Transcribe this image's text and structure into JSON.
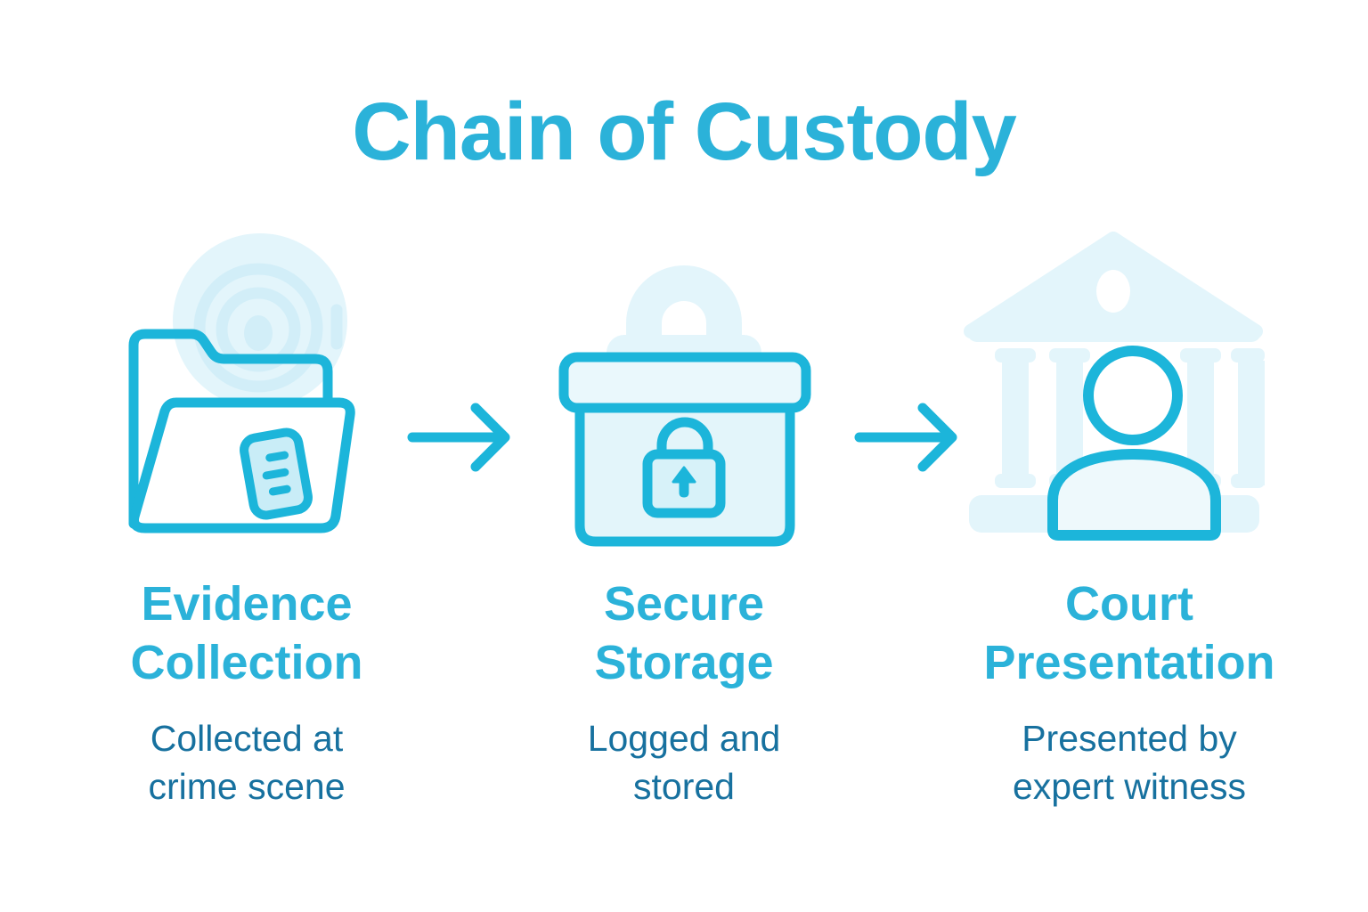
{
  "title": "Chain of Custody",
  "colors": {
    "accent_cyan": "#1cb5da",
    "heading_cyan": "#2bb2d9",
    "description_blue": "#17719f",
    "icon_fill_light": "#e8f7fb",
    "watermark_light": "#e3f5fb",
    "background": "#ffffff"
  },
  "steps": [
    {
      "name": "evidence-collection",
      "heading_line1": "Evidence",
      "heading_line2": "Collection",
      "desc_line1": "Collected at",
      "desc_line2": "crime scene",
      "icon": "open-folder-with-evidence-tag",
      "watermark": "fingerprint"
    },
    {
      "name": "secure-storage",
      "heading_line1": "Secure",
      "heading_line2": "Storage",
      "desc_line1": "Logged and",
      "desc_line2": "stored",
      "icon": "locked-storage-box",
      "watermark": "padlock"
    },
    {
      "name": "court-presentation",
      "heading_line1": "Court",
      "heading_line2": "Presentation",
      "desc_line1": "Presented by",
      "desc_line2": "expert witness",
      "icon": "expert-witness-person",
      "watermark": "courthouse"
    }
  ],
  "connector": "right-arrow"
}
